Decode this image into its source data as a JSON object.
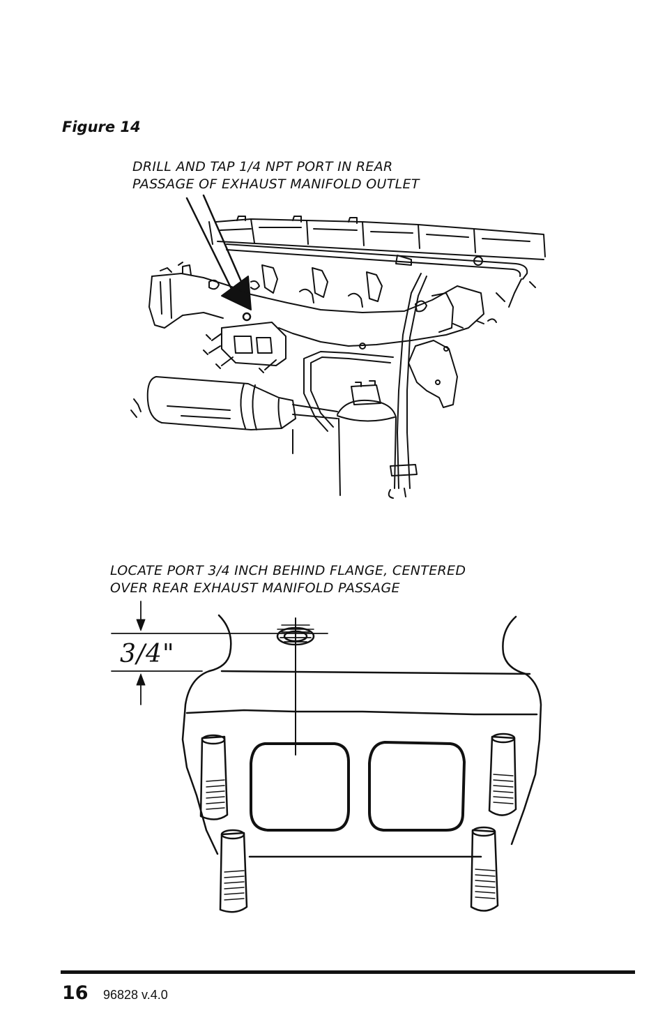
{
  "figure": {
    "label": "Figure 14"
  },
  "top_view": {
    "caption_line1": "DRILL AND TAP 1/4 NPT  PORT IN REAR",
    "caption_line2": "PASSAGE OF EXHAUST MANIFOLD OUTLET"
  },
  "detail_view": {
    "caption_line1": "LOCATE PORT 3/4 INCH BEHIND FLANGE, CENTERED",
    "caption_line2": "OVER REAR EXHAUST MANIFOLD PASSAGE",
    "dimension": "3/4\""
  },
  "footer": {
    "page_number": "16",
    "doc_id": "96828 v.4.0"
  }
}
